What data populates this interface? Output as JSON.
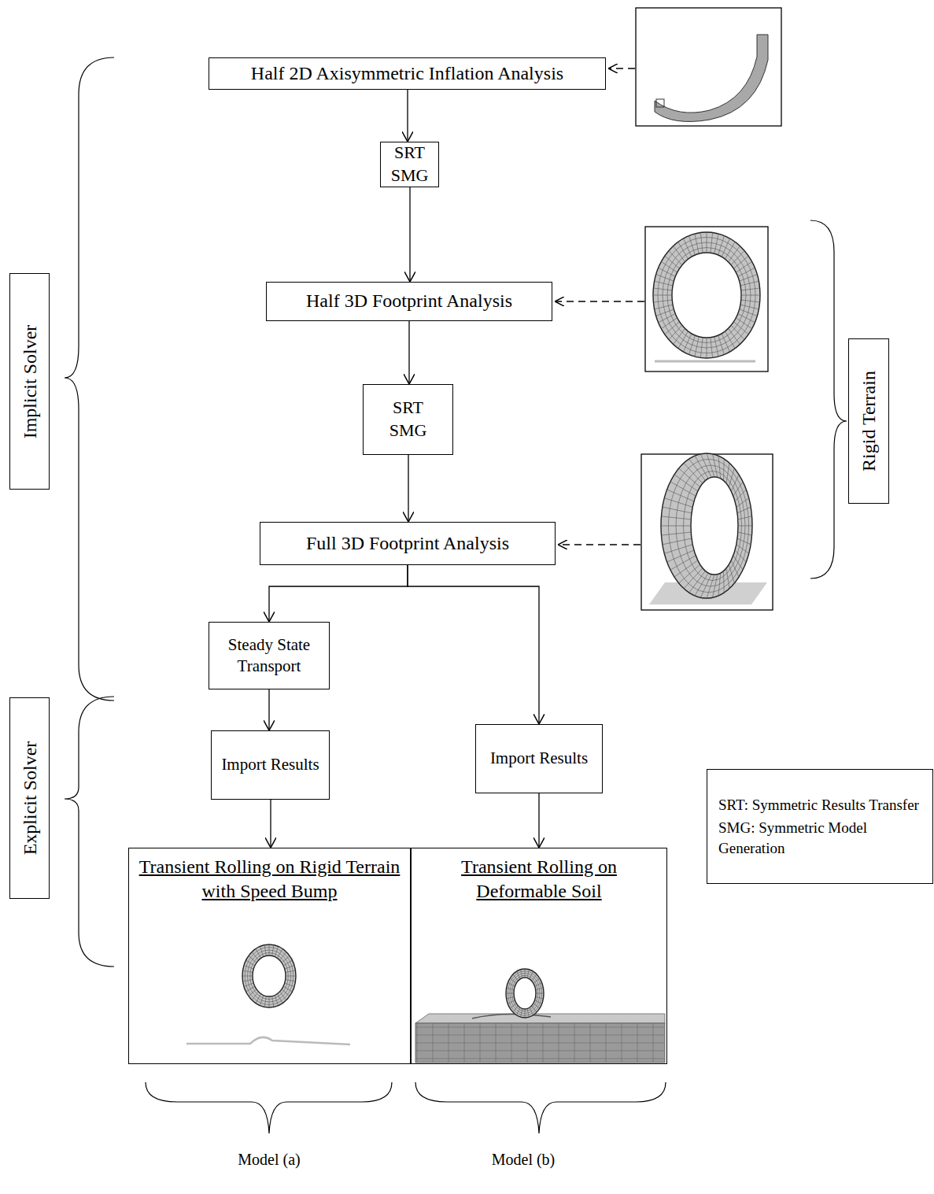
{
  "diagram": {
    "nodes": [
      {
        "text": [
          "Half 2D Axisymmetric Inflation Analysis"
        ]
      },
      {
        "text": [
          "SRT",
          "SMG"
        ]
      },
      {
        "text": [
          "Half 3D Footprint Analysis"
        ]
      },
      {
        "text": [
          "SRT",
          "SMG"
        ]
      },
      {
        "text": [
          "Full 3D Footprint Analysis"
        ]
      },
      {
        "text": [
          "Steady State Transport"
        ]
      },
      {
        "text": [
          "Import Results"
        ]
      },
      {
        "text": [
          "Import Results"
        ]
      },
      {
        "text": [
          "Transient Rolling on Rigid Terrain with Speed Bump"
        ]
      },
      {
        "text": [
          "Transient Rolling on Deformable Soil"
        ]
      },
      {
        "text": [
          "Implicit Solver"
        ]
      },
      {
        "text": [
          "Explicit Solver"
        ]
      },
      {
        "text": [
          "Rigid Terrain"
        ]
      },
      {
        "text": [
          "SRT: Symmetric Results Transfer",
          "SMG: Symmetric Model Generation"
        ]
      }
    ],
    "edges": [
      {
        "from": 0,
        "to": 1,
        "arrow": "to"
      },
      {
        "from": 1,
        "to": 2,
        "arrow": "to"
      },
      {
        "from": 2,
        "to": 3,
        "arrow": "to"
      },
      {
        "from": 3,
        "to": 4,
        "arrow": "to"
      },
      {
        "from": 4,
        "to": 5,
        "arrow": "to"
      },
      {
        "from": 4,
        "to": 7,
        "arrow": "to"
      },
      {
        "from": 5,
        "to": 6,
        "arrow": "to"
      },
      {
        "from": 6,
        "to": 8,
        "arrow": "to"
      },
      {
        "from": 7,
        "to": 9,
        "arrow": "to"
      }
    ],
    "labels": [
      "Model (a)",
      "Model (b)"
    ]
  }
}
